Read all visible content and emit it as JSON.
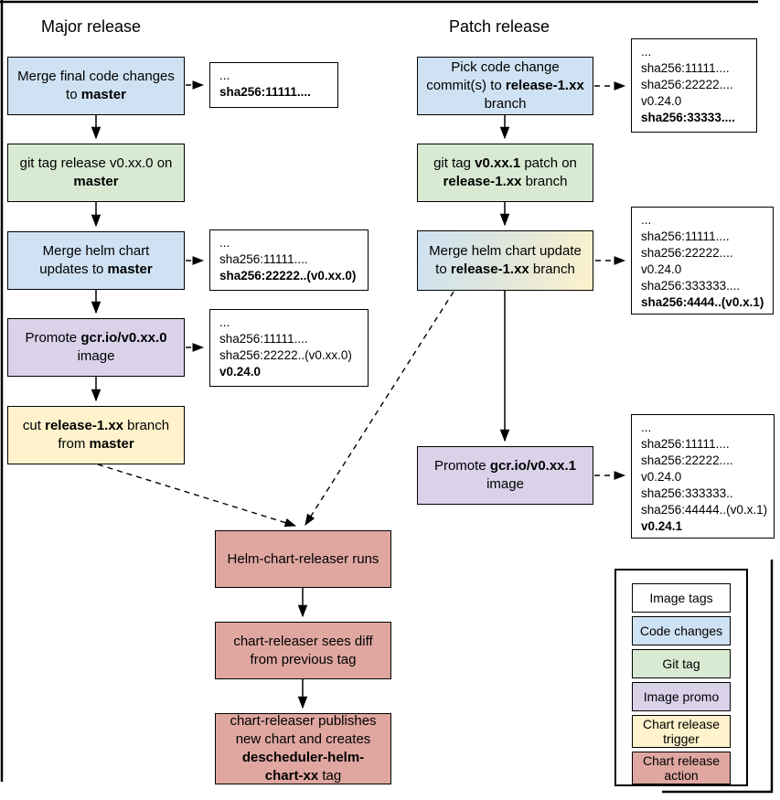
{
  "titles": {
    "major": "Major release",
    "patch": "Patch release"
  },
  "colors": {
    "code_changes": "#cfe2f3",
    "git_tag": "#d9ead3",
    "image_promo": "#d9d2e9",
    "chart_release_trigger": "#fff2cc",
    "chart_release_action": "#dfa7a0",
    "image_tags": "#ffffff"
  },
  "major_flow": {
    "steps": [
      {
        "name": "merge-final-code",
        "type": "code-changes",
        "segments": [
          {
            "text": "Merge final code changes to "
          },
          {
            "text": "master",
            "bold": true
          }
        ]
      },
      {
        "name": "git-tag-release",
        "type": "git-tag",
        "segments": [
          {
            "text": "git tag release v0.xx.0 on "
          },
          {
            "text": "master",
            "bold": true
          }
        ]
      },
      {
        "name": "merge-helm-chart-updates",
        "type": "code-changes",
        "segments": [
          {
            "text": "Merge helm chart updates to "
          },
          {
            "text": "master",
            "bold": true
          }
        ]
      },
      {
        "name": "promote-image",
        "type": "image-promo",
        "segments": [
          {
            "text": "Promote "
          },
          {
            "text": "gcr.io/v0.xx.0",
            "bold": true
          },
          {
            "text": " image"
          }
        ]
      },
      {
        "name": "cut-release-branch",
        "type": "chart-release-trigger",
        "segments": [
          {
            "text": "cut "
          },
          {
            "text": "release-1.xx",
            "bold": true
          },
          {
            "text": " branch from "
          },
          {
            "text": "master",
            "bold": true
          }
        ]
      }
    ]
  },
  "patch_flow": {
    "steps": [
      {
        "name": "pick-code-change",
        "type": "code-changes",
        "segments": [
          {
            "text": "Pick code change commit(s) to "
          },
          {
            "text": "release-1.xx",
            "bold": true
          },
          {
            "text": " branch"
          }
        ]
      },
      {
        "name": "git-tag-patch",
        "type": "git-tag",
        "segments": [
          {
            "text": "git tag "
          },
          {
            "text": "v0.xx.1",
            "bold": true
          },
          {
            "text": " patch on "
          },
          {
            "text": "release-1.xx",
            "bold": true
          },
          {
            "text": " branch"
          }
        ]
      },
      {
        "name": "merge-helm-chart-update",
        "type": "code-changes+chart-release-trigger",
        "segments": [
          {
            "text": "Merge helm chart update to "
          },
          {
            "text": "release-1.xx",
            "bold": true
          },
          {
            "text": " branch"
          }
        ]
      },
      {
        "name": "promote-patch-image",
        "type": "image-promo",
        "segments": [
          {
            "text": "Promote "
          },
          {
            "text": "gcr.io/v0.xx.1",
            "bold": true
          },
          {
            "text": " image"
          }
        ]
      }
    ]
  },
  "chart_flow": {
    "steps": [
      {
        "name": "helm-chart-releaser-runs",
        "type": "chart-release-action",
        "segments": [
          {
            "text": "Helm-chart-releaser runs"
          }
        ]
      },
      {
        "name": "chart-releaser-sees-diff",
        "type": "chart-release-action",
        "segments": [
          {
            "text": "chart-releaser sees diff from previous tag"
          }
        ]
      },
      {
        "name": "chart-releaser-publishes",
        "type": "chart-release-action",
        "segments": [
          {
            "text": "chart-releaser publishes new chart and creates "
          },
          {
            "text": "descheduler-helm-chart-xx",
            "bold": true
          },
          {
            "text": " tag"
          }
        ]
      }
    ]
  },
  "annotations": {
    "major_1": {
      "lines": [
        {
          "text": "..."
        },
        {
          "text": "sha256:11111....",
          "bold": true
        }
      ]
    },
    "major_2": {
      "lines": [
        {
          "text": "..."
        },
        {
          "text": "sha256:11111...."
        },
        {
          "text": "sha256:22222..(v0.xx.0)",
          "bold": true
        }
      ]
    },
    "major_3": {
      "lines": [
        {
          "text": "..."
        },
        {
          "text": "sha256:11111...."
        },
        {
          "text": "sha256:22222..(v0.xx.0)"
        },
        {
          "text": "v0.24.0",
          "bold": true
        }
      ]
    },
    "patch_1": {
      "lines": [
        {
          "text": "..."
        },
        {
          "text": "sha256:11111...."
        },
        {
          "text": "sha256:22222...."
        },
        {
          "text": "v0.24.0"
        },
        {
          "text": "sha256:33333....",
          "bold": true
        }
      ]
    },
    "patch_2": {
      "lines": [
        {
          "text": "..."
        },
        {
          "text": "sha256:11111...."
        },
        {
          "text": "sha256:22222...."
        },
        {
          "text": "v0.24.0"
        },
        {
          "text": "sha256:333333...."
        },
        {
          "text": "sha256:4444..(v0.x.1)",
          "bold": true
        }
      ]
    },
    "patch_3": {
      "lines": [
        {
          "text": "..."
        },
        {
          "text": "sha256:11111...."
        },
        {
          "text": "sha256:22222...."
        },
        {
          "text": "v0.24.0"
        },
        {
          "text": "sha256:333333.."
        },
        {
          "text": "sha256:44444..(v0.x.1)"
        },
        {
          "text": "v0.24.1",
          "bold": true
        }
      ]
    }
  },
  "legend": {
    "items": [
      {
        "label": "Image tags",
        "type": "image-tags"
      },
      {
        "label": "Code changes",
        "type": "code-changes"
      },
      {
        "label": "Git tag",
        "type": "git-tag"
      },
      {
        "label": "Image promo",
        "type": "image-promo"
      },
      {
        "label": "Chart release trigger",
        "type": "chart-release-trigger"
      },
      {
        "label": "Chart release action",
        "type": "chart-release-action"
      }
    ]
  }
}
